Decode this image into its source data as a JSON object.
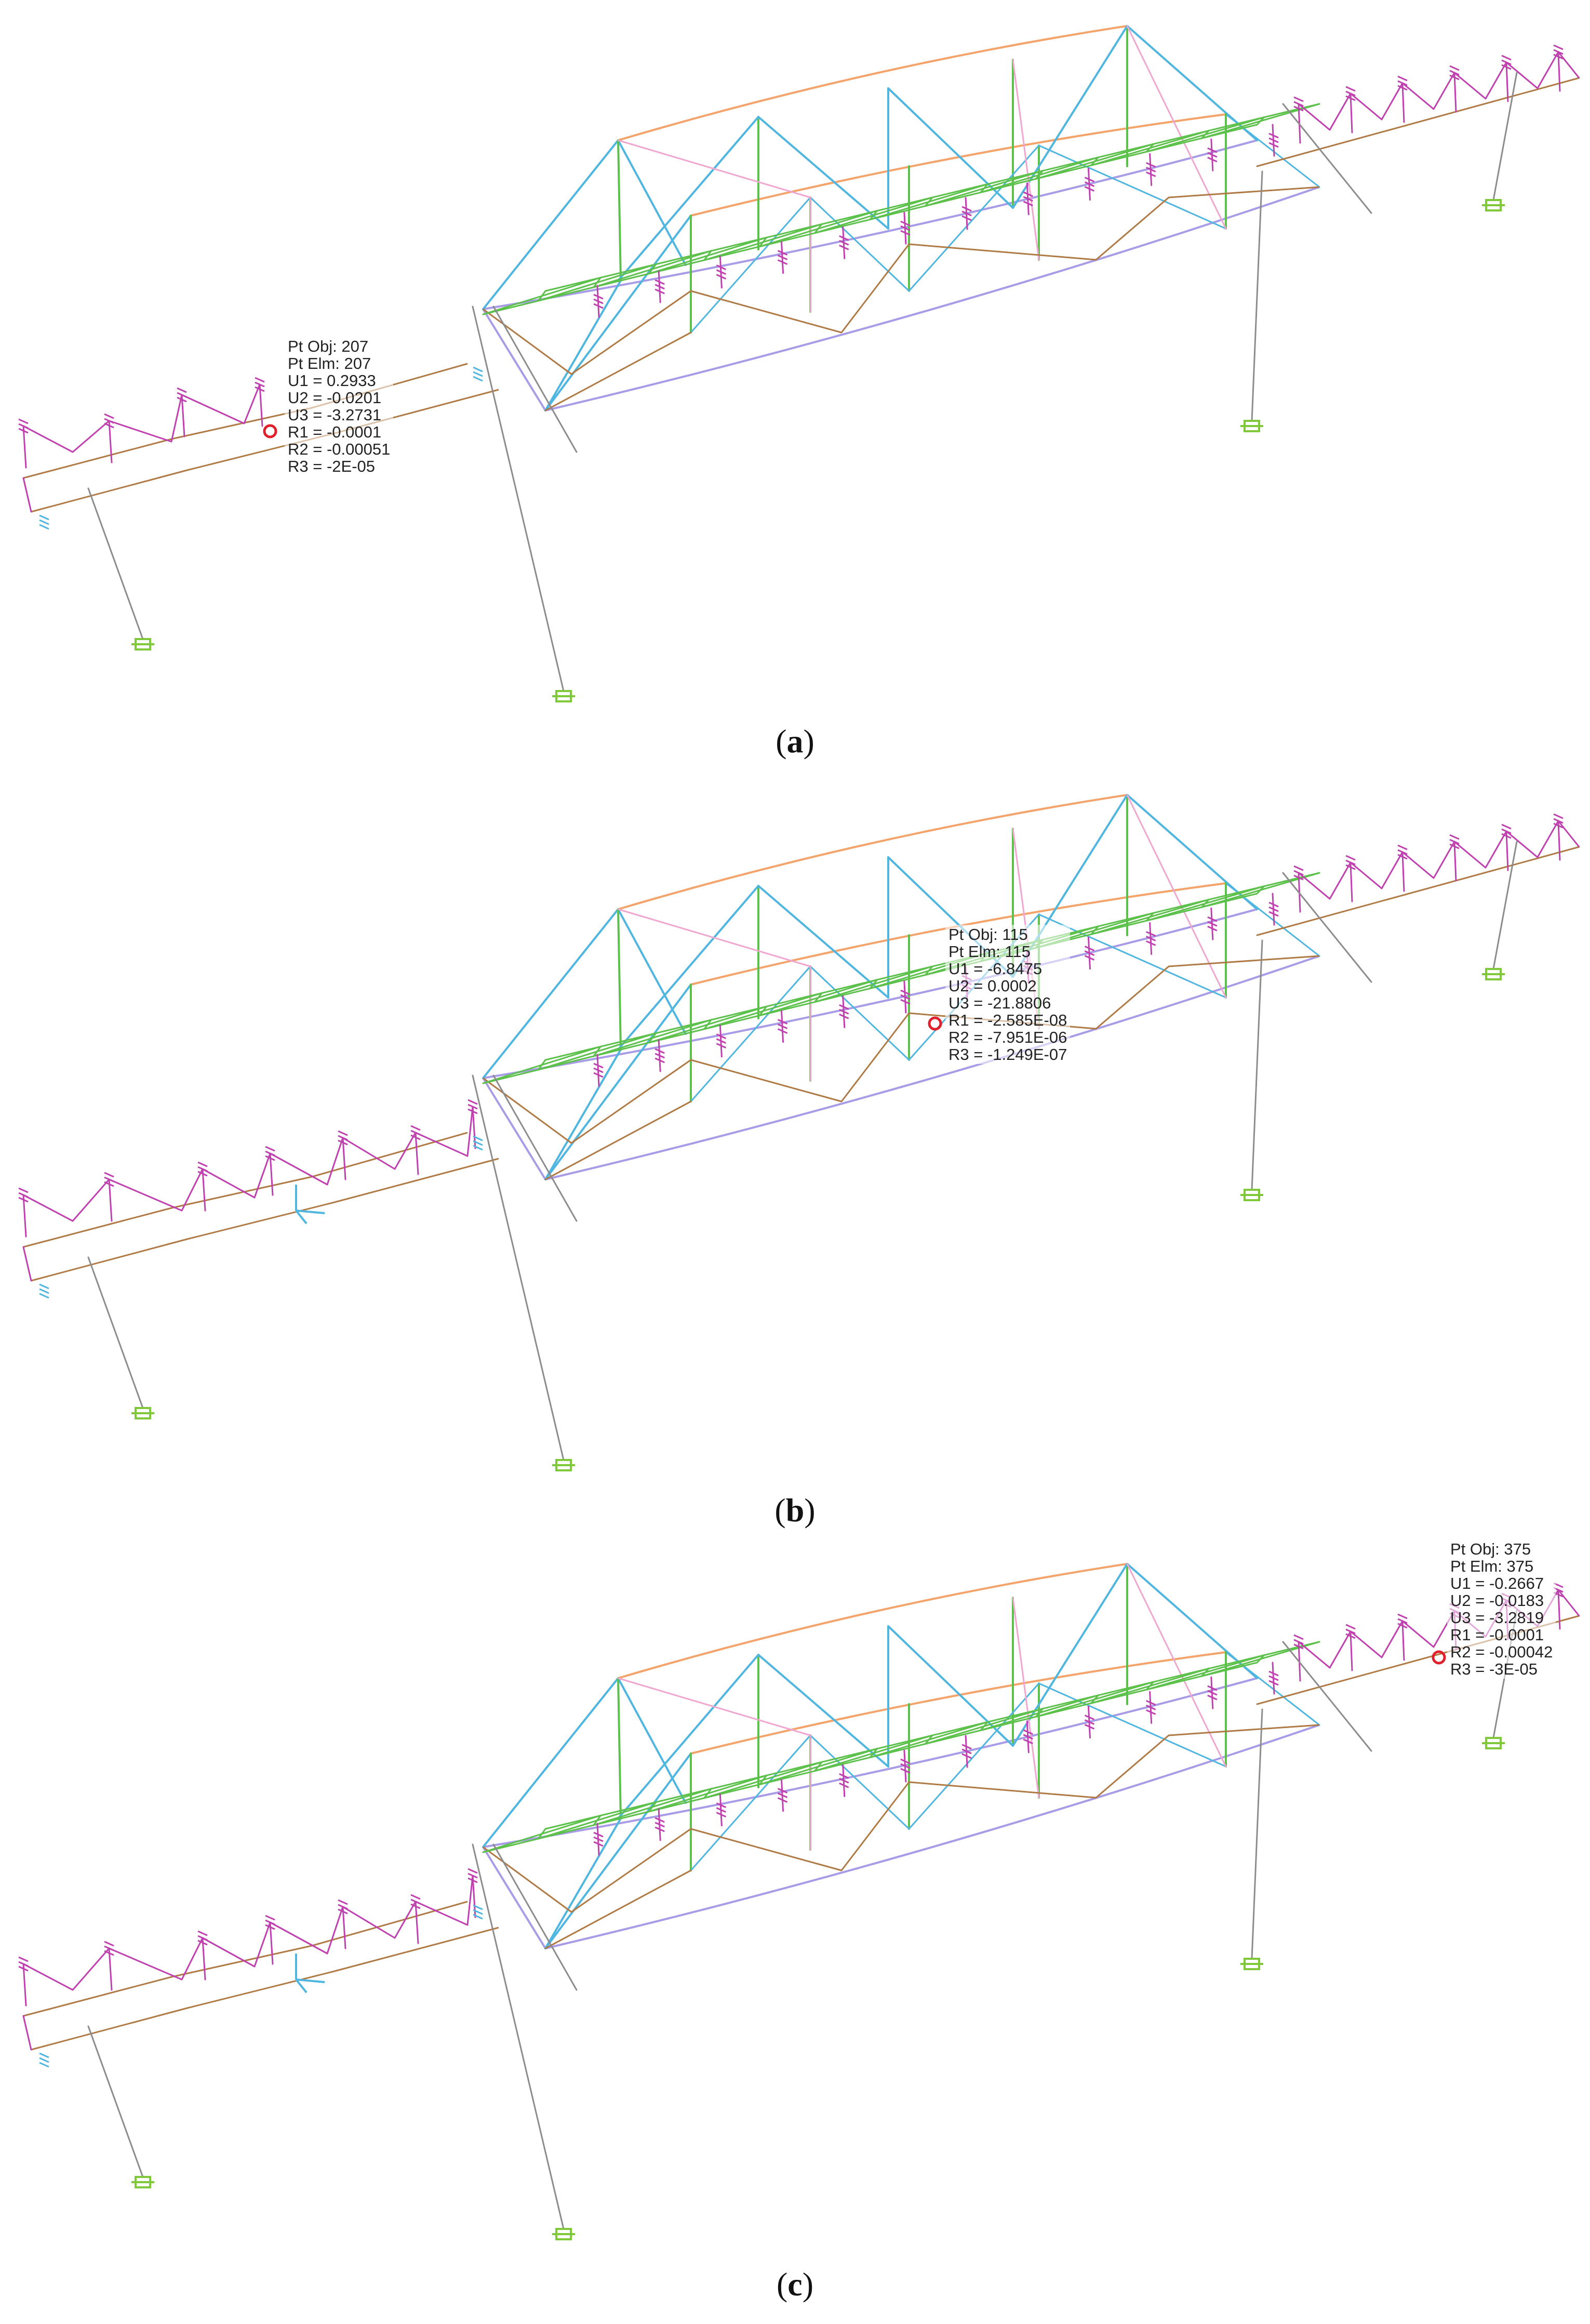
{
  "panels": [
    {
      "id": "a",
      "caption_open": "(",
      "caption_letter": "a",
      "caption_close": ")",
      "info": {
        "pt_obj": "Pt Obj: 207",
        "pt_elm": "Pt Elm: 207",
        "u1": "U1 = 0.2933",
        "u2": "U2 = -0.0201",
        "u3": "U3 = -3.2731",
        "r1": "R1 = -0.0001",
        "r2": "R2 = -0.00051",
        "r3": "R3 = -2E-05"
      }
    },
    {
      "id": "b",
      "caption_open": "(",
      "caption_letter": "b",
      "caption_close": ")",
      "info": {
        "pt_obj": "Pt Obj: 115",
        "pt_elm": "Pt Elm: 115",
        "u1": "U1 = -6.8475",
        "u2": "U2 = 0.0002",
        "u3": "U3 = -21.8806",
        "r1": "R1 = -2.585E-08",
        "r2": "R2 = -7.951E-06",
        "r3": "R3 = -1.249E-07"
      }
    },
    {
      "id": "c",
      "caption_open": "(",
      "caption_letter": "c",
      "caption_close": ")",
      "info": {
        "pt_obj": "Pt Obj: 375",
        "pt_elm": "Pt Elm: 375",
        "u1": "U1 = -0.2667",
        "u2": "U2 = -0.0183",
        "u3": "U3 = -3.2819",
        "r1": "R1 = -0.0001",
        "r2": "R2 = -0.00042",
        "r3": "R3 = -3E-05"
      }
    }
  ],
  "colors": {
    "top_chord": "#f4a36a",
    "truss_blue": "#4fb6e0",
    "vertical_green": "#5cc14a",
    "pink_diag": "#f0a6cf",
    "lavender": "#a89be8",
    "brown": "#b07a45",
    "magenta": "#c040b0",
    "grey": "#8c8c8c",
    "support_green": "#7ec83a",
    "selected_red": "#e0202a"
  }
}
